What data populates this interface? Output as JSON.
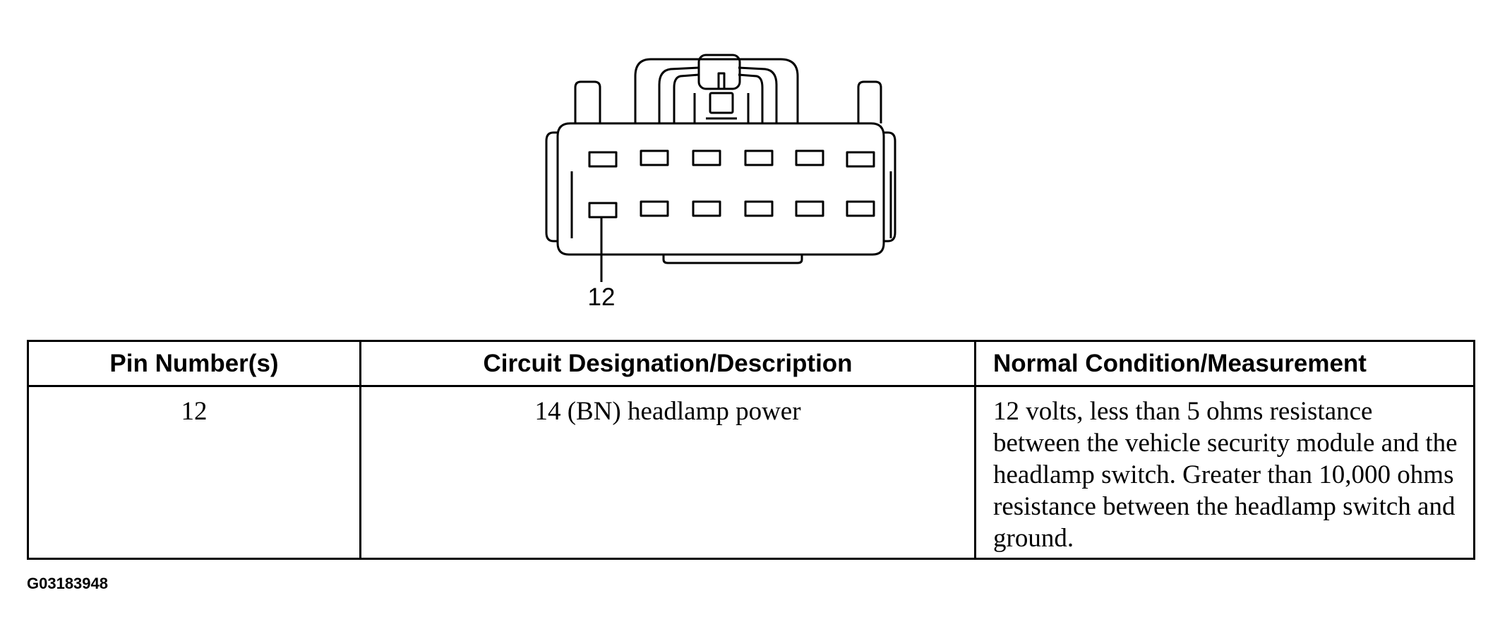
{
  "connector": {
    "pin_rows": 2,
    "pins_per_row": 6,
    "callout_pin": "12"
  },
  "table": {
    "headers": [
      "Pin Number(s)",
      "Circuit Designation/Description",
      "Normal Condition/Measurement"
    ],
    "rows": [
      {
        "pin": "12",
        "circuit": "14 (BN) headlamp power",
        "condition": "12 volts, less than 5 ohms resistance between the vehicle security module and the headlamp switch. Greater than 10,000 ohms resistance between the headlamp switch and ground."
      }
    ]
  },
  "figure_id": "G03183948"
}
